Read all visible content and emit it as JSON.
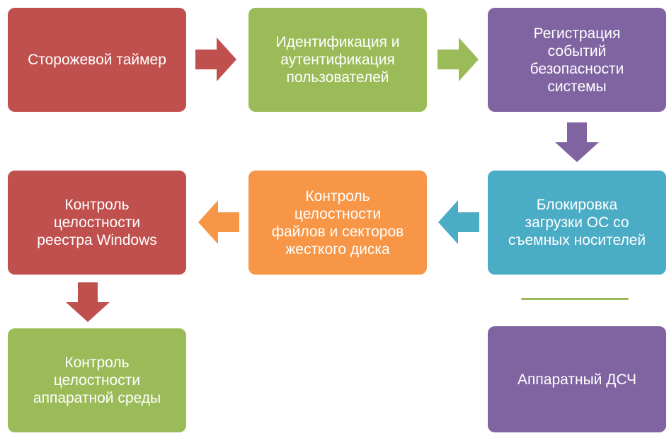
{
  "colors": {
    "red": "#c0504d",
    "green": "#9bbb59",
    "purple": "#8064a2",
    "teal": "#4bacc6",
    "orange": "#f79646"
  },
  "boxes": {
    "watchdog": "Сторожевой таймер",
    "auth": "Идентификация и\nаутентификация\nпользователей",
    "logging": "Регистрация\nсобытий\nбезопасности\nсистемы",
    "boot_lock": "Блокировка\nзагрузки ОС со\nсъемных носителей",
    "files": "Контроль\nцелостности\nфайлов и секторов\nжесткого диска",
    "registry": "Контроль\nцелостности\nреестра Windows",
    "hardware": "Контроль\nцелостности\nаппаратной среды",
    "rng": "Аппаратный ДСЧ"
  }
}
